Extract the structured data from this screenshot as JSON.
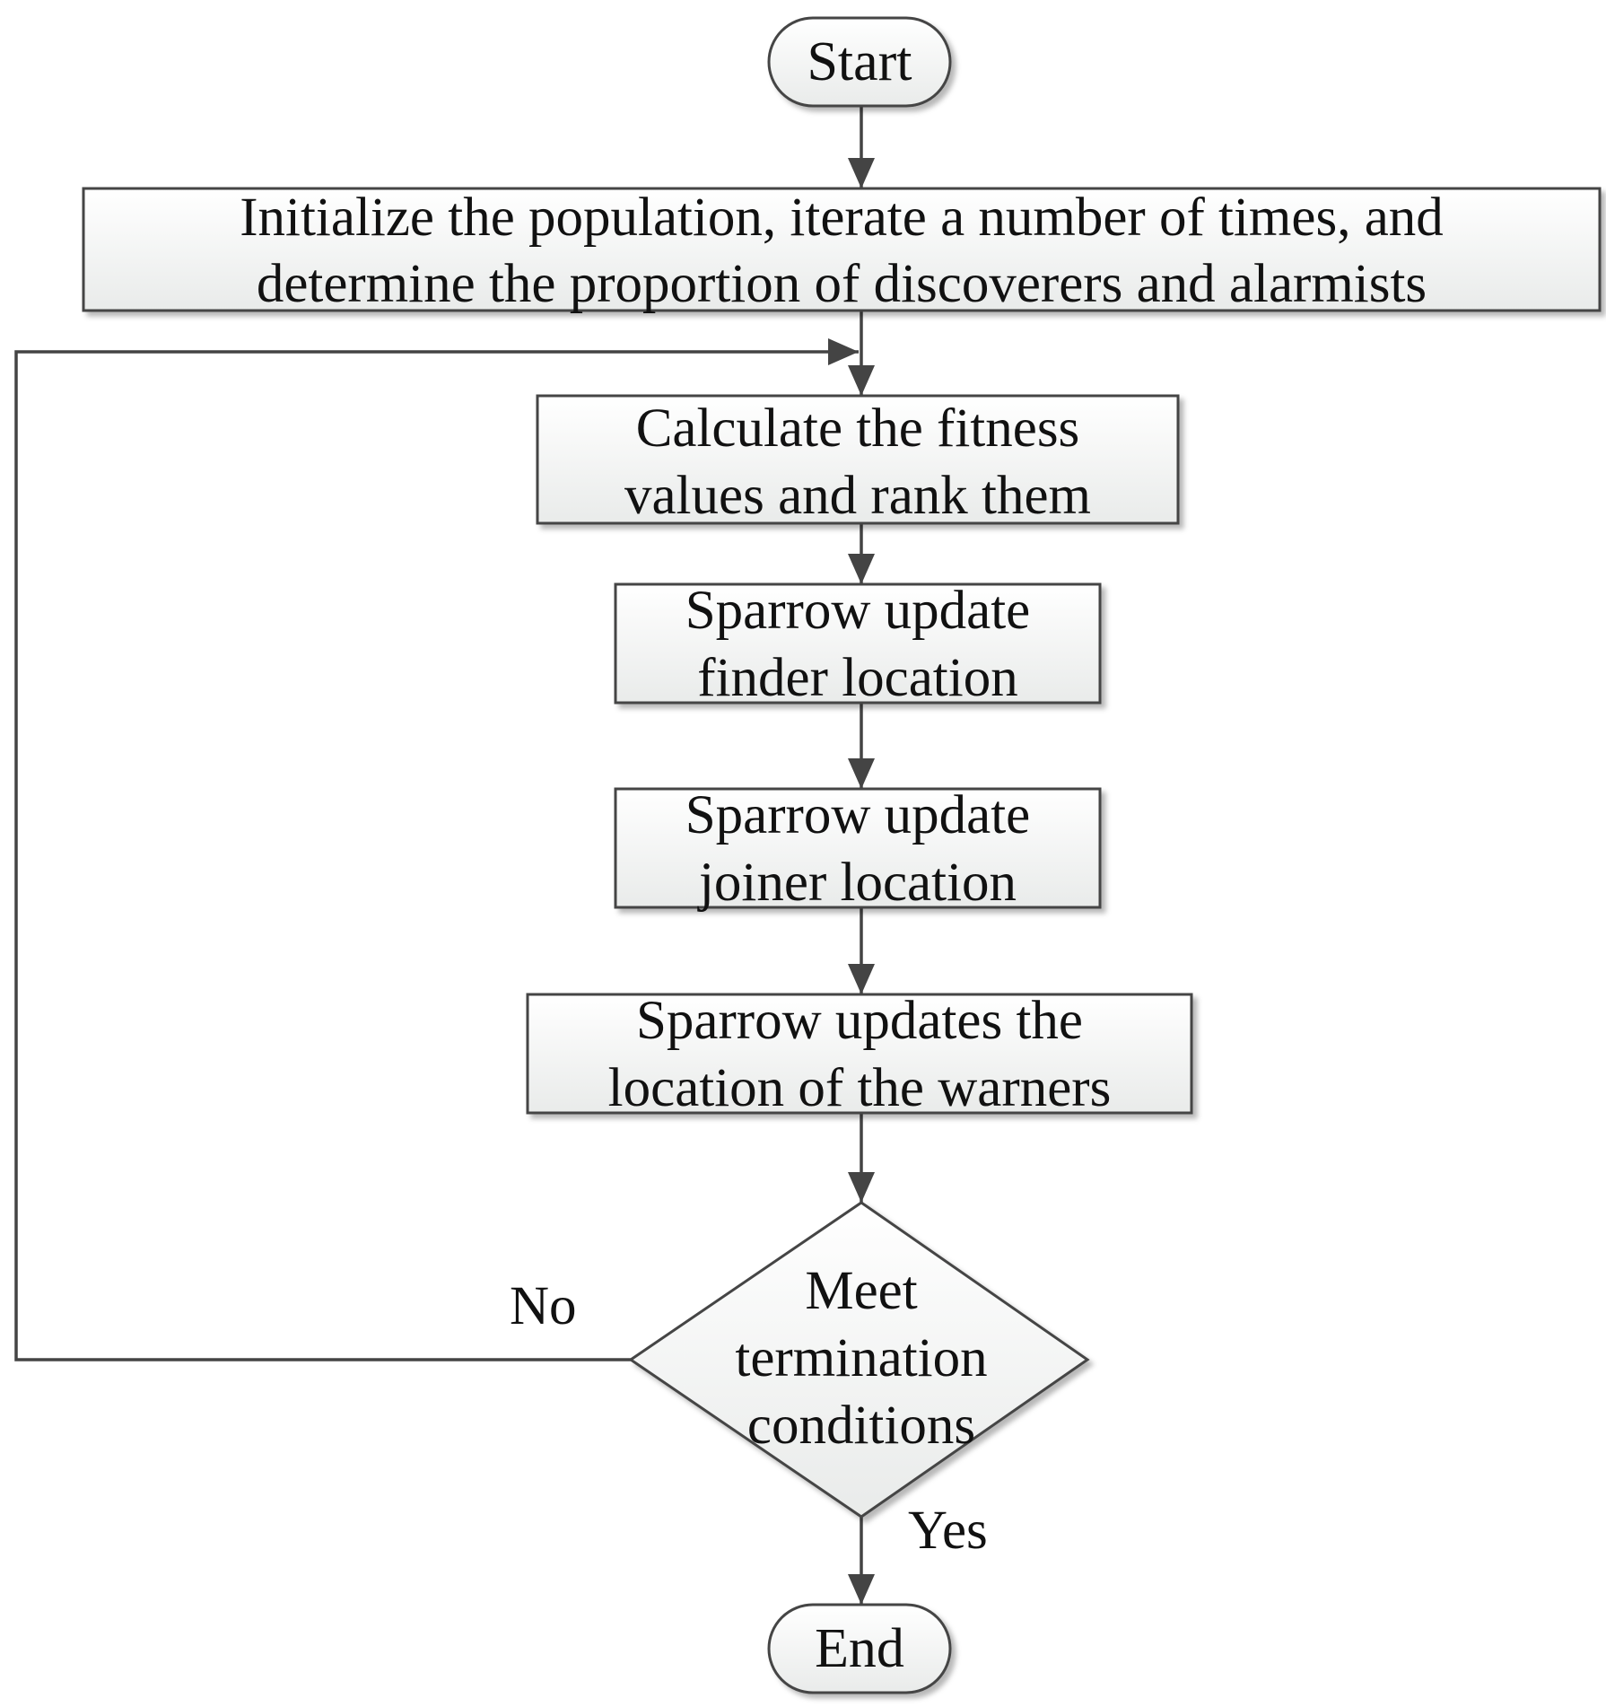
{
  "nodes": {
    "start": {
      "label": "Start"
    },
    "init": {
      "lines": [
        "Initialize the population, iterate a number of times, and",
        "determine the proportion of discoverers and alarmists"
      ]
    },
    "fitness": {
      "lines": [
        "Calculate the fitness",
        "values and rank them"
      ]
    },
    "finder": {
      "lines": [
        "Sparrow update",
        "finder location"
      ]
    },
    "joiner": {
      "lines": [
        "Sparrow update",
        "joiner location"
      ]
    },
    "warners": {
      "lines": [
        "Sparrow updates the",
        "location of the warners"
      ]
    },
    "decision": {
      "lines": [
        "Meet",
        "termination",
        "conditions"
      ]
    },
    "end": {
      "label": "End"
    }
  },
  "edge_labels": {
    "no": "No",
    "yes": "Yes"
  },
  "colors": {
    "stroke": "#444444",
    "fill_top": "#ffffff",
    "fill_bottom": "#e9ebea"
  }
}
